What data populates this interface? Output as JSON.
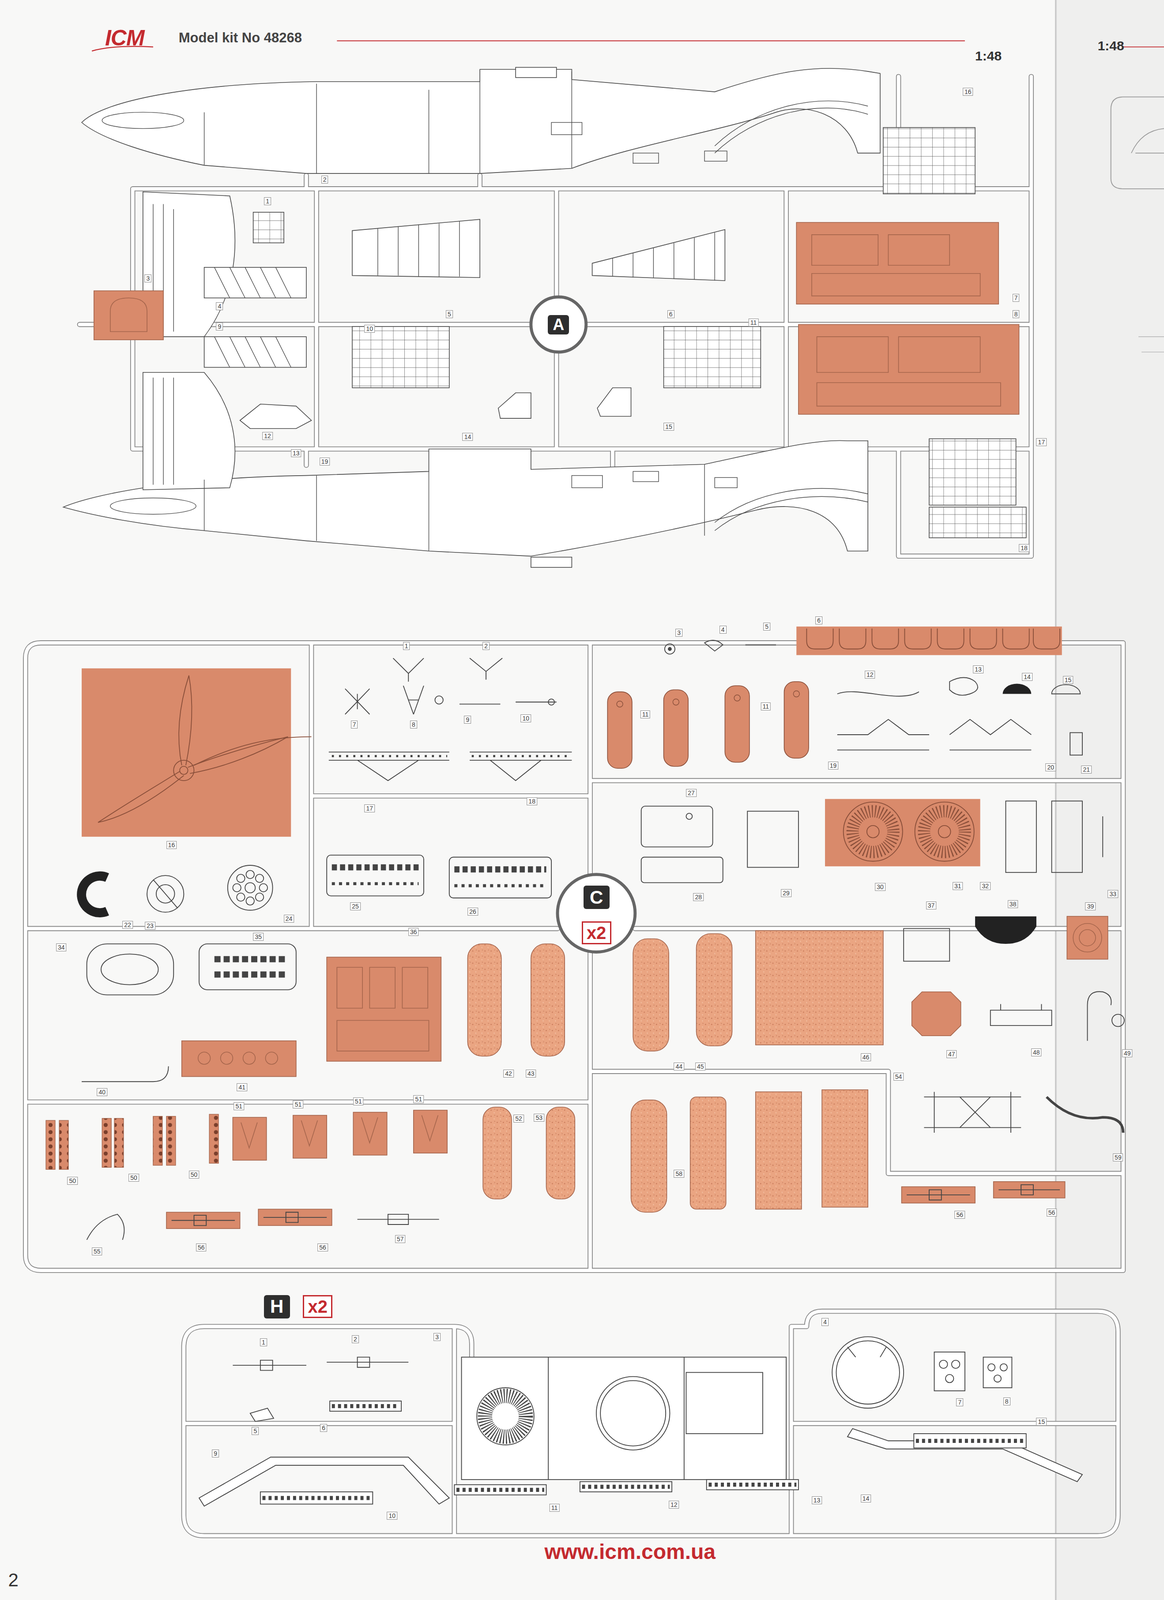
{
  "diagram": {
    "title": "Model kit No 48268",
    "nodes": [
      {
        "text": [
          "A"
        ]
      },
      {
        "text": [
          "C"
        ]
      },
      {
        "text": [
          "x2"
        ]
      },
      {
        "text": [
          "H"
        ]
      },
      {
        "text": [
          "x2"
        ]
      }
    ],
    "labels": [
      "ICM",
      "1:48",
      "1:48",
      "1",
      "2",
      "3",
      "4",
      "5",
      "6",
      "7",
      "8",
      "9",
      "10",
      "11",
      "12",
      "13",
      "14",
      "15",
      "16",
      "17",
      "18",
      "19",
      "1",
      "2",
      "3",
      "4",
      "5",
      "6",
      "7",
      "8",
      "9",
      "10",
      "11",
      "11",
      "12",
      "13",
      "14",
      "15",
      "16",
      "17",
      "18",
      "19",
      "20",
      "21",
      "22",
      "23",
      "24",
      "25",
      "26",
      "27",
      "28",
      "29",
      "30",
      "31",
      "32",
      "33",
      "34",
      "35",
      "36",
      "37",
      "38",
      "39",
      "40",
      "41",
      "42",
      "43",
      "44",
      "45",
      "46",
      "47",
      "48",
      "49",
      "50",
      "50",
      "50",
      "51",
      "51",
      "51",
      "51",
      "52",
      "53",
      "54",
      "55",
      "56",
      "56",
      "57",
      "58",
      "59",
      "56",
      "56",
      "1",
      "2",
      "3",
      "4",
      "5",
      "6",
      "7",
      "8",
      "9",
      "10",
      "11",
      "12",
      "13",
      "14",
      "15",
      "www.icm.com.ua",
      "2"
    ]
  }
}
